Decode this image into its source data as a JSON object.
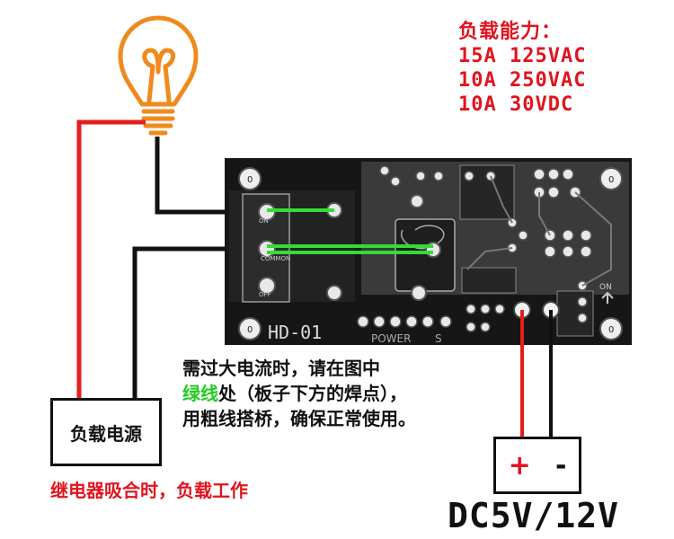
{
  "load_capacity": {
    "title": "负载能力：",
    "lines": [
      "15A 125VAC",
      "10A 250VAC",
      "10A 30VDC"
    ]
  },
  "board": {
    "model": "HD-01",
    "power_label": "POWER",
    "s_label": "S",
    "on_label": "ON",
    "relay_terminals": [
      "ON",
      "COMMON",
      "OFF"
    ],
    "hole_label": "0"
  },
  "note": {
    "line1": "需过大电流时，请在图中",
    "green_word": "绿线",
    "line2_rest": "处（板子下方的焊点），",
    "line3": "用粗线搭桥，确保正常使用。"
  },
  "load_power_box": "负载电源",
  "red_caption": "继电器吸合时，负载工作",
  "dc_input": {
    "plus": "+",
    "minus": "-",
    "label": "DC5V/12V"
  },
  "colors": {
    "wire_red": "#e41e1e",
    "wire_black": "#111111",
    "bulb": "#f08a1e",
    "bridge_green": "#33dd33",
    "text_red": "#e0141e"
  },
  "icons": [
    "light-bulb-icon"
  ]
}
